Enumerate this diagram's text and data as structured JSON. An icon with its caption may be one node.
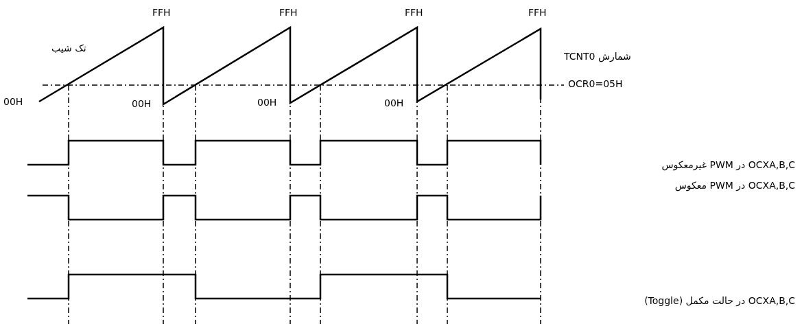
{
  "diagram": {
    "labels": [
      "FFH",
      "FFH",
      "FFH",
      "FFH",
      "تک شیب",
      "شمارش TCNT0",
      "OCR0=05H",
      "00H",
      "00H",
      "00H",
      "00H",
      "OCXA,B,C در PWM غیرمعکوس",
      "OCXA,B,C در PWM معکوس",
      "OCXA,B,C در حالت مکمل (Toggle)"
    ]
  }
}
